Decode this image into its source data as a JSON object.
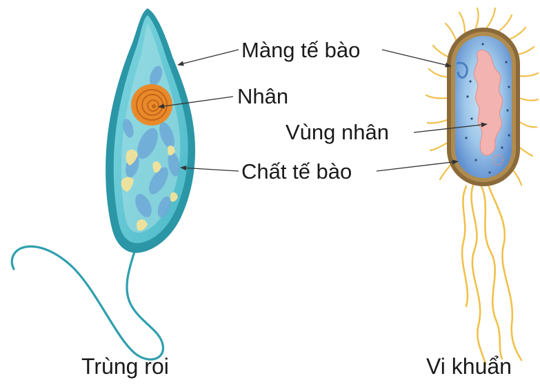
{
  "labels": {
    "cell_membrane": "Màng tế bào",
    "nucleus": "Nhân",
    "nucleoid": "Vùng nhân",
    "cytoplasm": "Chất tế bào"
  },
  "captions": {
    "left_organism": "Trùng roi",
    "right_organism": "Vi khuẩn"
  },
  "colors": {
    "euglena_body": "#5dc6d3",
    "euglena_outline": "#2a96a6",
    "euglena_flagellum": "#2e9fae",
    "euglena_nucleus": "#e88a2a",
    "bacterium_wall": "#8b6a3a",
    "bacterium_inner": "#7fb0de",
    "bacterium_nucleoid": "#f3b3b0",
    "bacterium_flagella": "#f0c04a"
  }
}
